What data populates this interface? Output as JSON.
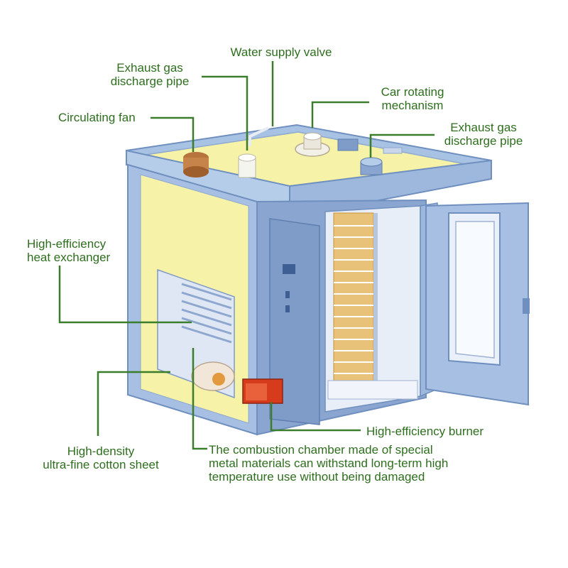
{
  "colors": {
    "label_text": "#2e6e1e",
    "leader_line": "#3a7d2a",
    "oven_body": "#9db8dc",
    "oven_edge": "#6f8fbf",
    "insulation": "#f6f2a8",
    "burner": "#d63b1c",
    "tray": "#f0b347"
  },
  "labels": {
    "water_supply_valve": "Water supply valve",
    "exhaust_pipe_left": {
      "line1": "Exhaust gas",
      "line2": "discharge pipe"
    },
    "car_rotating": {
      "line1": "Car rotating",
      "line2": "mechanism"
    },
    "exhaust_pipe_right": {
      "line1": "Exhaust gas",
      "line2": "discharge pipe"
    },
    "circulating_fan": "Circulating fan",
    "heat_exchanger": {
      "line1": "High-efficiency",
      "line2": "heat exchanger"
    },
    "burner": "High-efficiency burner",
    "cotton_sheet": {
      "line1": "High-density",
      "line2": "ultra-fine cotton sheet"
    },
    "combustion_chamber": {
      "line1": "The combustion chamber made of special",
      "line2": "metal materials can withstand long-term high",
      "line3": "temperature use without being damaged"
    }
  }
}
